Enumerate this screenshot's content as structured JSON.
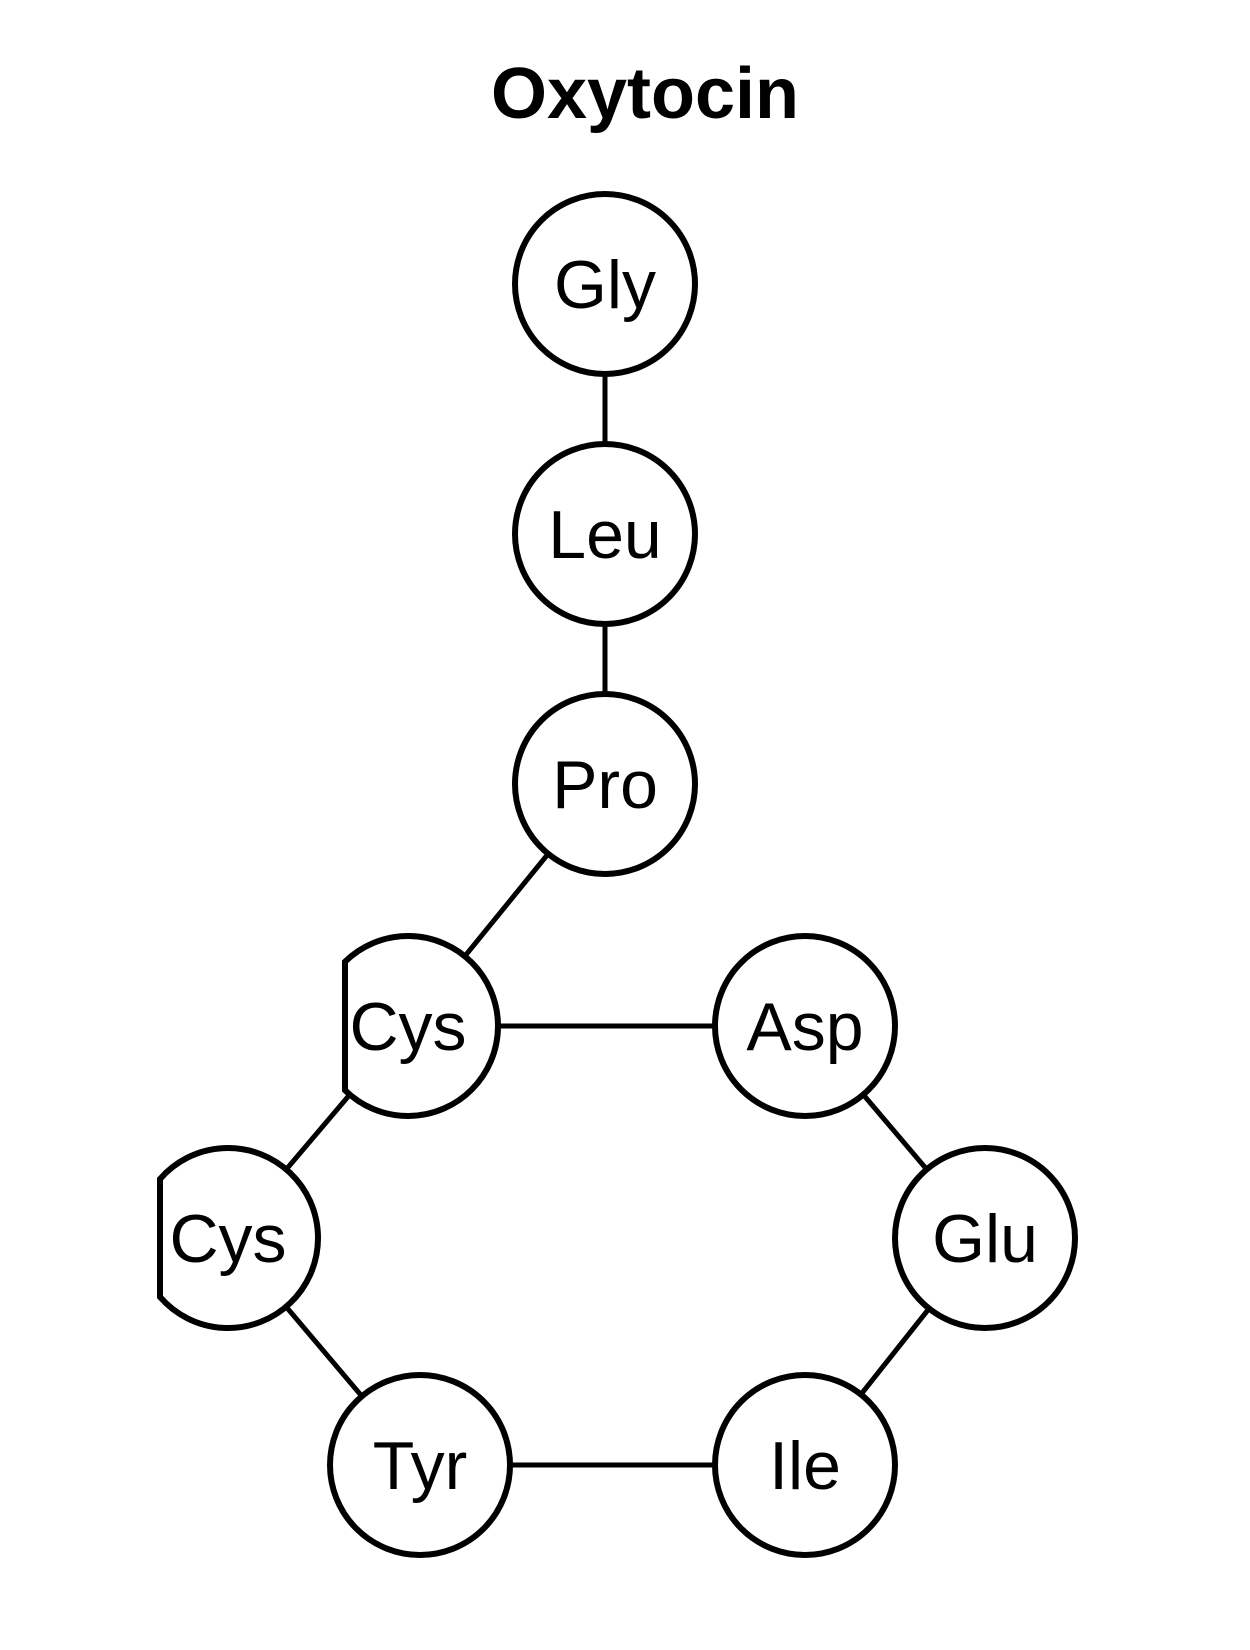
{
  "title": "Oxytocin",
  "colors": {
    "line": "#000000",
    "node_fill": "#ffffff",
    "background": "#ffffff"
  },
  "residues": [
    {
      "id": "gly",
      "label": "Gly"
    },
    {
      "id": "leu",
      "label": "Leu"
    },
    {
      "id": "pro",
      "label": "Pro"
    },
    {
      "id": "cys1",
      "label": "Cys"
    },
    {
      "id": "asp",
      "label": "Asp"
    },
    {
      "id": "cys2",
      "label": "Cys"
    },
    {
      "id": "glu",
      "label": "Glu"
    },
    {
      "id": "tyr",
      "label": "Tyr"
    },
    {
      "id": "ile",
      "label": "Ile"
    }
  ],
  "bonds": [
    [
      "gly",
      "leu"
    ],
    [
      "leu",
      "pro"
    ],
    [
      "pro",
      "cys1"
    ],
    [
      "cys1",
      "asp"
    ],
    [
      "asp",
      "glu"
    ],
    [
      "glu",
      "ile"
    ],
    [
      "ile",
      "tyr"
    ],
    [
      "tyr",
      "cys2"
    ],
    [
      "cys2",
      "cys1"
    ]
  ]
}
